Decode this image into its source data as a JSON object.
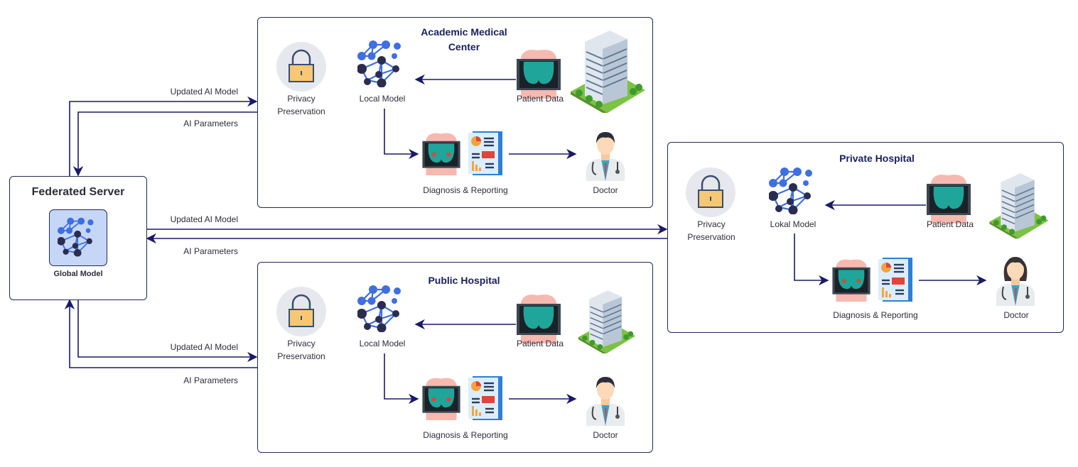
{
  "colors": {
    "line": "#1a1a66",
    "border": "#1f2a5a",
    "title": "#1a1f5e",
    "global_bg": "#c5d6f7",
    "node_blue": "#3f6fe0",
    "node_dark": "#2b2d4f"
  },
  "server": {
    "title": "Federated Server",
    "model_label": "Global Model",
    "icon": "network-icon"
  },
  "flows": {
    "academic": {
      "up": "Updated AI Model",
      "down": "AI Parameters"
    },
    "private": {
      "up": "Updated AI Model",
      "down": "AI Parameters"
    },
    "public": {
      "up": "Updated AI Model",
      "down": "AI Parameters"
    }
  },
  "panels": {
    "academic": {
      "title_line1": "Academic Medical",
      "title_line2": "Center",
      "privacy_line1": "Privacy",
      "privacy_line2": "Preservation",
      "model": "Local Model",
      "patient": "Patient Data",
      "diagnosis": "Diagnosis & Reporting",
      "doctor": "Doctor"
    },
    "private": {
      "title_line1": "Private Hospital",
      "title_line2": "",
      "privacy_line1": "Privacy",
      "privacy_line2": "Preservation",
      "model": "Lokal Model",
      "patient": "Patient Data",
      "diagnosis": "Diagnosis & Reporting",
      "doctor": "Doctor"
    },
    "public": {
      "title_line1": "Public Hospital",
      "title_line2": "",
      "privacy_line1": "Privacy",
      "privacy_line2": "Preservation",
      "model": "Local Model",
      "patient": "Patient Data",
      "diagnosis": "Diagnosis & Reporting",
      "doctor": "Doctor"
    }
  }
}
